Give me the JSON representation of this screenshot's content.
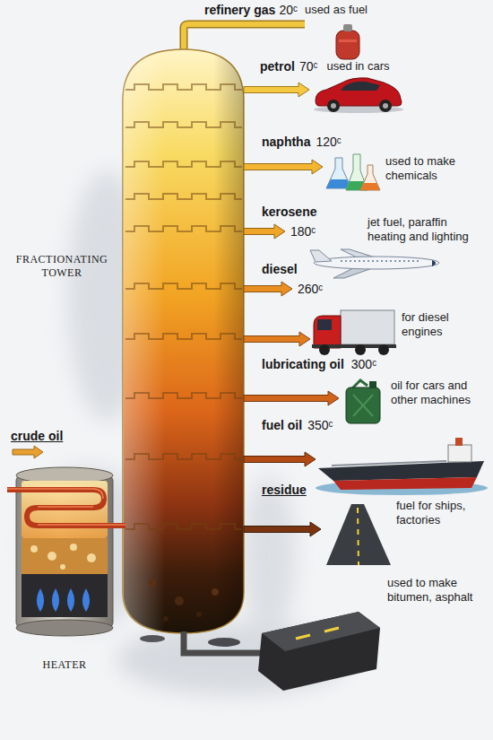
{
  "diagram": {
    "labels": [
      "refinery gas",
      "20ᶜ",
      "used as fuel",
      "petrol",
      "70ᶜ",
      "used in cars",
      "naphtha",
      "120ᶜ",
      "used to make chemicals",
      "kerosene",
      "180ᶜ",
      "jet fuel, paraffin heating and lighting",
      "FRACTIONATING TOWER",
      "diesel",
      "260ᶜ",
      "for diesel engines",
      "lubricating oil",
      "300ᶜ",
      "oil for cars and other machines",
      "crude oil",
      "fuel oil",
      "350ᶜ",
      "residue",
      "fuel for ships, factories",
      "used to make bitumen, asphalt",
      "HEATER"
    ]
  }
}
